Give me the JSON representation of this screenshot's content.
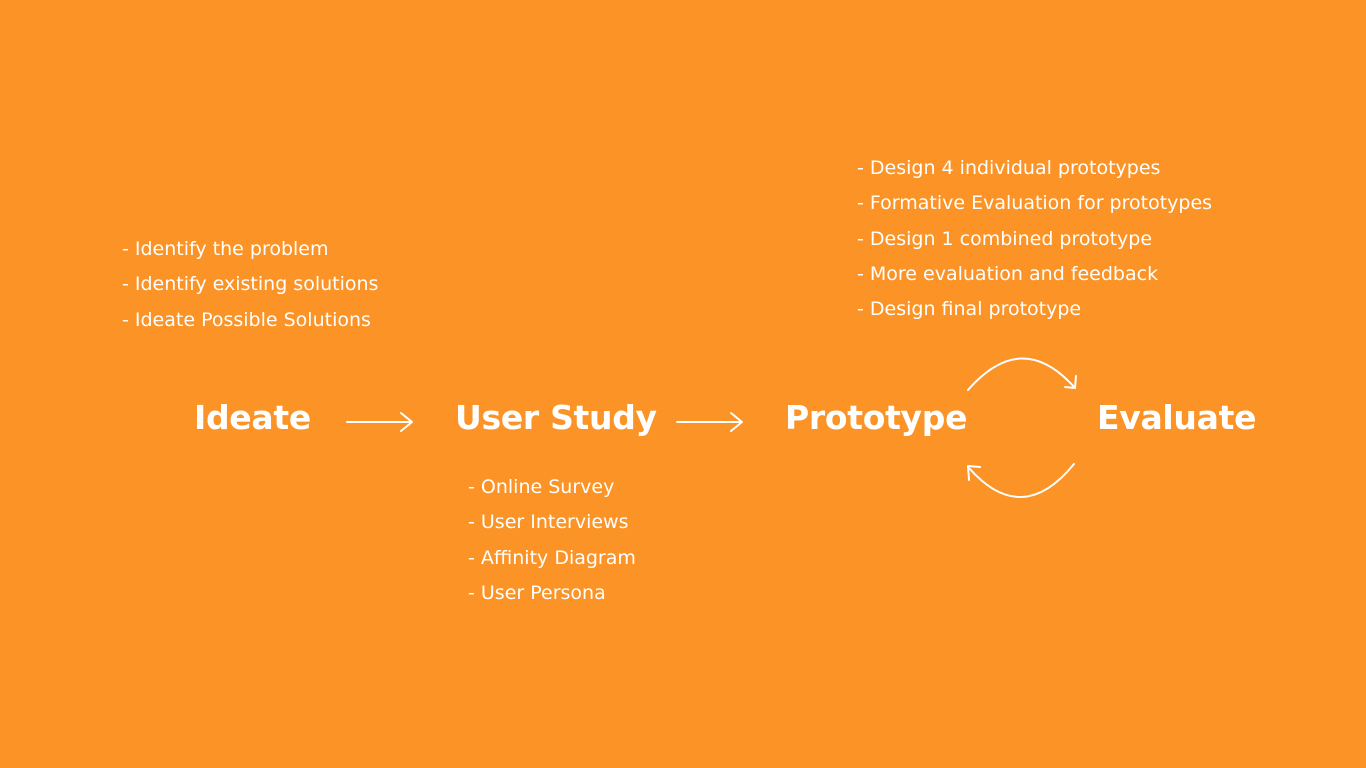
{
  "colors": {
    "background": "#fb9326",
    "foreground": "#ffffff"
  },
  "stages": {
    "ideate": "Ideate",
    "user_study": "User Study",
    "prototype": "Prototype",
    "evaluate": "Evaluate"
  },
  "ideate_notes": [
    "- Identify the problem",
    "- Identify existing solutions",
    "- Ideate Possible Solutions"
  ],
  "user_study_notes": [
    "- Online Survey",
    "- User Interviews",
    "- Affinity Diagram",
    "- User Persona"
  ],
  "prototype_notes": [
    "- Design 4 individual prototypes",
    "- Formative Evaluation for prototypes",
    "- Design 1 combined prototype",
    "- More evaluation and feedback",
    "- Design final prototype"
  ],
  "icons": {
    "step_arrow": "arrow-right-icon",
    "cycle_forward": "curved-arrow-forward-icon",
    "cycle_back": "curved-arrow-back-icon"
  }
}
